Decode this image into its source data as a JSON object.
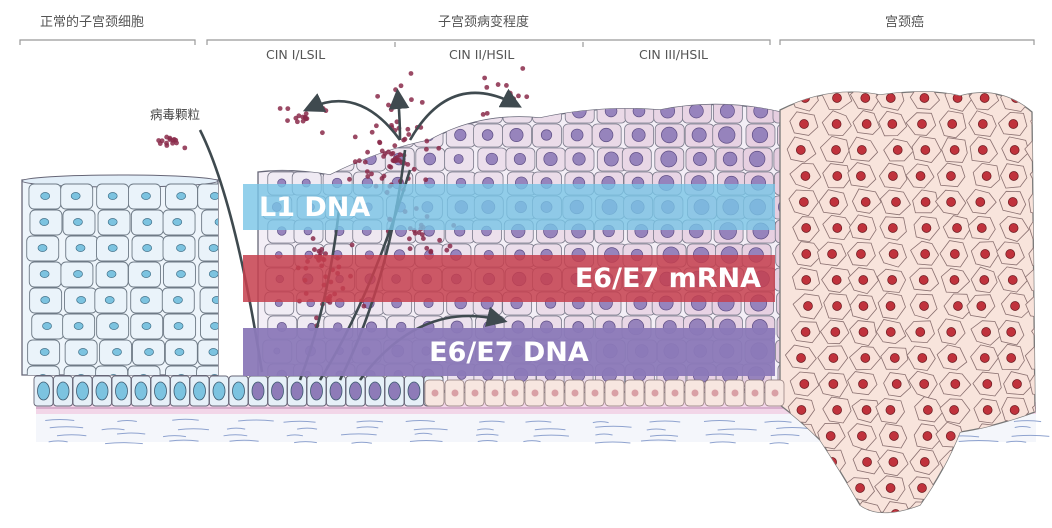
{
  "headers": {
    "normal": "正常的子宫颈细胞",
    "lesion": "子宫颈病变程度",
    "cancer": "宫颈癌"
  },
  "stages": [
    "CIN I/LSIL",
    "CIN II/HSIL",
    "CIN III/HSIL"
  ],
  "virus_label": "病毒颗粒",
  "bands": {
    "l1": "L1 DNA",
    "mrna": "E6/E7 mRNA",
    "dna": "E6/E7 DNA"
  },
  "colors": {
    "normal_cell": "#eaf3fa",
    "normal_nucleus": "#7cc3e0",
    "cin_nucleus": "#8e7bb8",
    "cancer_cell": "#f8e2da",
    "cancer_nucleus": "#c0323c",
    "virus": "#8a2a4a",
    "stroma": "#f2d6e8",
    "l1_band": "#78c4e6",
    "mrna_band": "#c6404e",
    "dna_band": "#8b79b8"
  }
}
